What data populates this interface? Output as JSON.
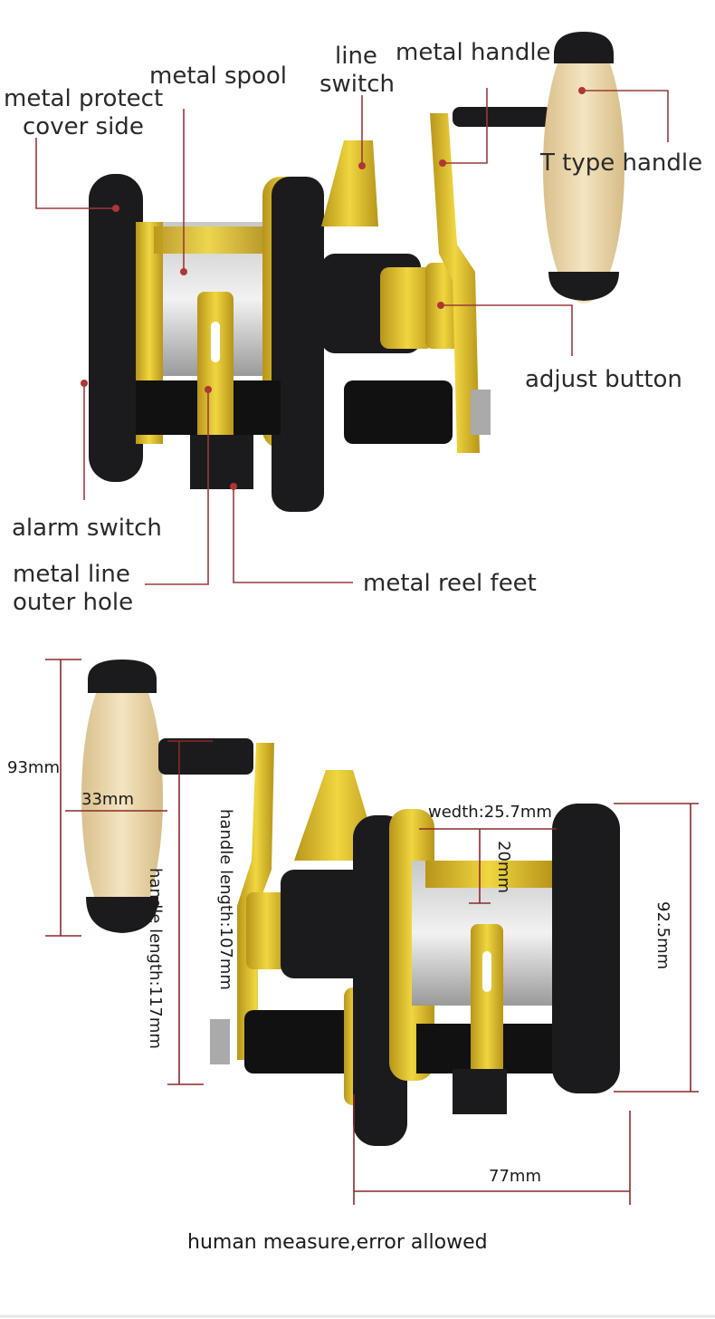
{
  "top_diagram": {
    "labels": {
      "metal_spool": "metal spool",
      "metal_protect_cover_line1": "metal protect",
      "metal_protect_cover_line2": "cover side",
      "line_switch_line1": "line",
      "line_switch_line2": "switch",
      "metal_handle": "metal handle",
      "t_type_handle": "T type handle",
      "adjust_button": "adjust button",
      "alarm_switch": "alarm switch",
      "metal_line_outer_hole_line1": "metal line",
      "metal_line_outer_hole_line2": "outer hole",
      "metal_reel_feet": "metal reel feet"
    }
  },
  "bottom_diagram": {
    "dimensions": {
      "knob_height": "93mm",
      "knob_width": "33mm",
      "handle_length_long": "handle length:117mm",
      "handle_length_short": "handle length:107mm",
      "spool_width": "wedth:25.7mm",
      "spool_depth": "20mm",
      "body_height": "92.5mm",
      "body_width": "77mm"
    },
    "note": "human measure,error allowed"
  },
  "colors": {
    "gold": "#d4b82a",
    "black": "#1b1b1d",
    "cork": "#ead7ad",
    "leader": "#9a3a3a"
  }
}
